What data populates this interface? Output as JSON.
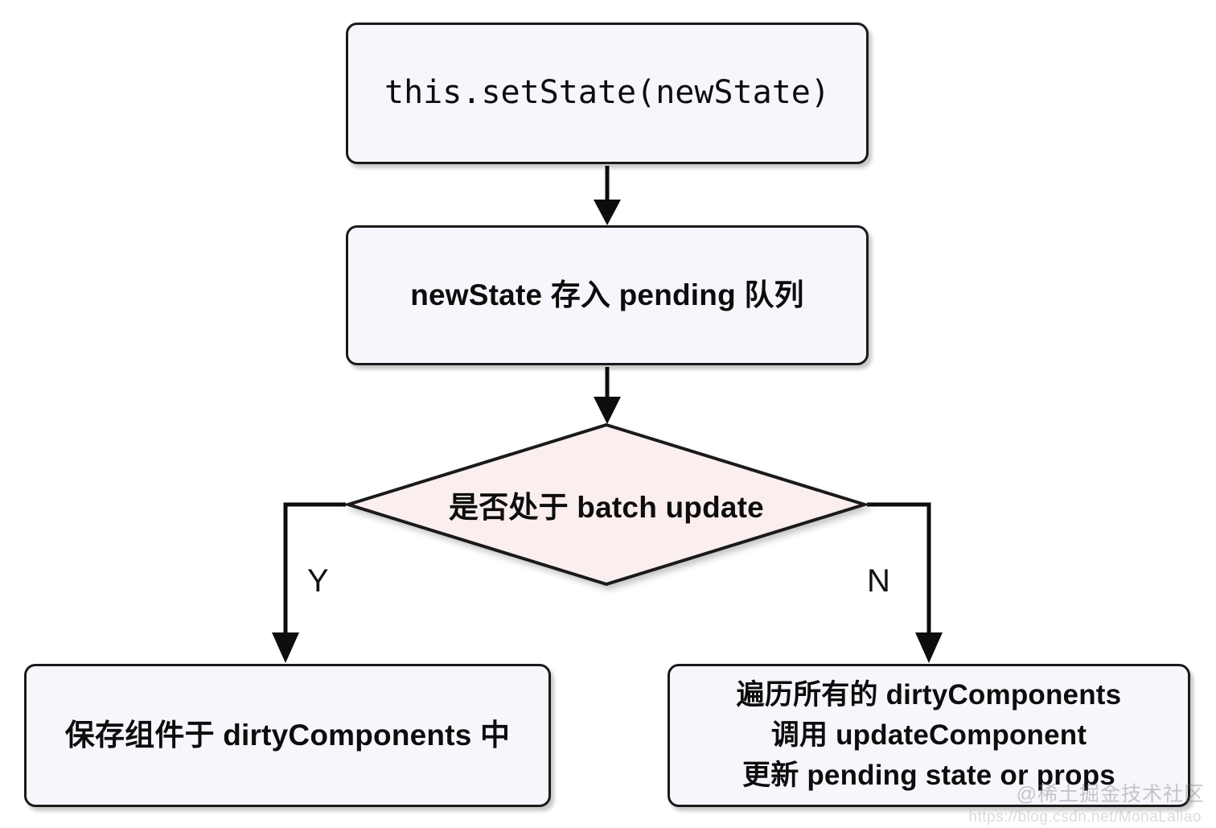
{
  "diagram": {
    "type": "flowchart",
    "title": "React setState batch update flow",
    "orientation": "top-down",
    "colors": {
      "box_fill": "#f5f7fc",
      "decision_fill": "#fbeeee",
      "stroke": "#1a1a1a",
      "text": "#0d0d0d",
      "background": "#ffffff"
    },
    "nodes": {
      "start": {
        "id": "start",
        "shape": "rounded-rectangle",
        "label": "this.setState(newState)",
        "font": "monospace"
      },
      "pending": {
        "id": "pending",
        "shape": "rounded-rectangle",
        "label": "newState 存入 pending 队列"
      },
      "decision": {
        "id": "decision",
        "shape": "diamond",
        "label": "是否处于 batch update"
      },
      "dirty": {
        "id": "dirty",
        "shape": "rounded-rectangle",
        "label": "保存组件于 dirtyComponents 中"
      },
      "update": {
        "id": "update",
        "shape": "rounded-rectangle",
        "label": "遍历所有的 dirtyComponents\n调用 updateComponent\n更新 pending state or props"
      }
    },
    "edges": [
      {
        "from": "start",
        "to": "pending",
        "label": ""
      },
      {
        "from": "pending",
        "to": "decision",
        "label": ""
      },
      {
        "from": "decision",
        "to": "dirty",
        "label": "Y"
      },
      {
        "from": "decision",
        "to": "update",
        "label": "N"
      }
    ],
    "branch_labels": {
      "yes": "Y",
      "no": "N"
    }
  },
  "watermark": {
    "text": "@稀土掘金技术社区",
    "url": "https://blog.csdn.net/MonaLaliao"
  }
}
